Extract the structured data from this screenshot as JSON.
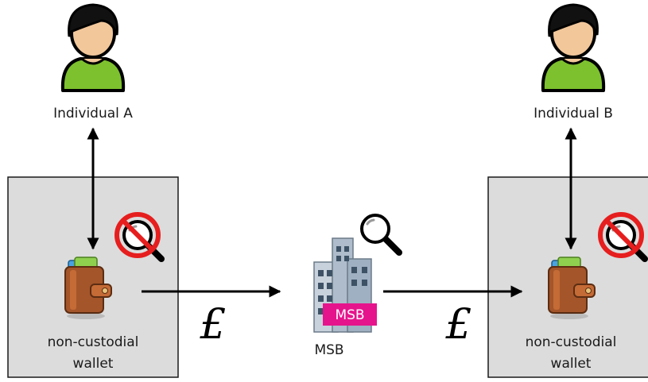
{
  "people": {
    "left": {
      "label": "Individual A"
    },
    "right": {
      "label": "Individual B"
    }
  },
  "wallets": {
    "left": {
      "line1": "non-custodial",
      "line2": "wallet"
    },
    "right": {
      "line1": "non-custodial",
      "line2": "wallet"
    }
  },
  "msb": {
    "tag": "MSB",
    "label": "MSB"
  },
  "currency": {
    "left": "£",
    "right": "£"
  },
  "colors": {
    "box_fill": "#dcdcdc",
    "box_stroke": "#1a1a1a",
    "msb_pink": "#e6148c",
    "no_sign_red": "#e61e1e",
    "person_shirt": "#7dc12e",
    "person_skin": "#f2c79a",
    "wallet_brown": "#a4552a"
  },
  "icons": {
    "person": "person-icon",
    "wallet": "wallet-icon",
    "magnifier": "magnifier-icon",
    "prohibited": "no-surveillance-icon",
    "building": "building-icon"
  }
}
